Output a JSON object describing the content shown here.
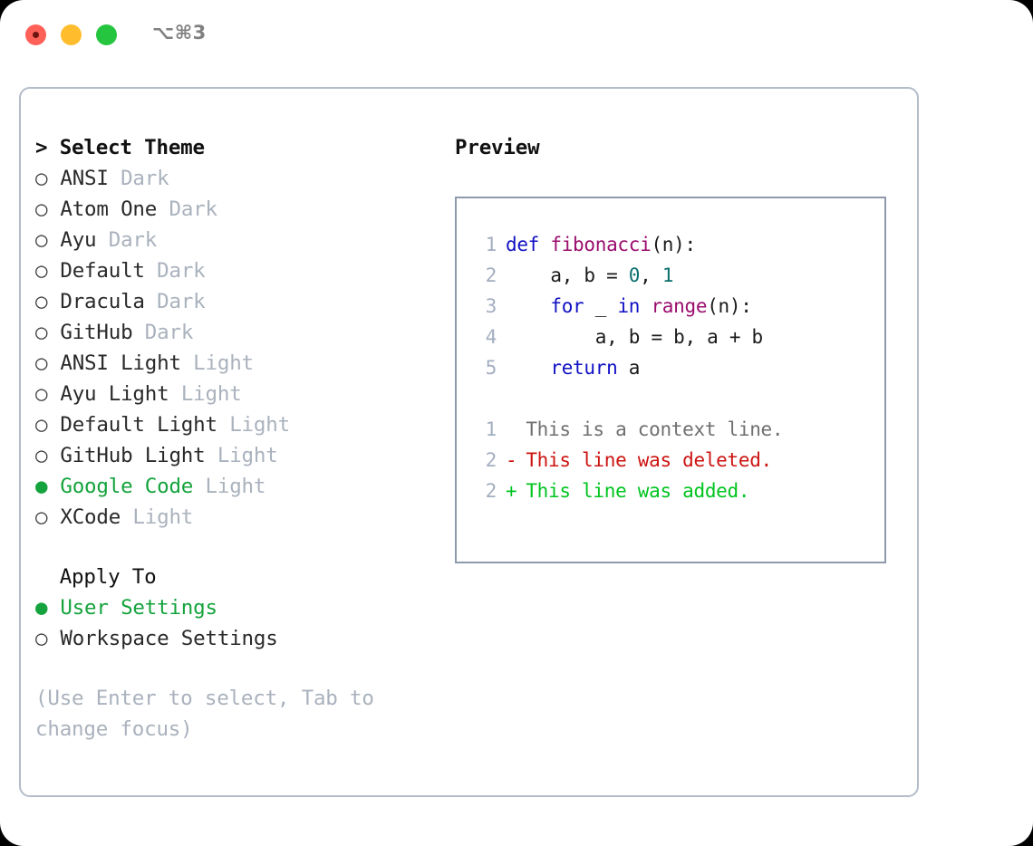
{
  "window": {
    "shortcut_label": "⌥⌘3",
    "traffic_lights": [
      "close-red",
      "minimize-yellow",
      "maximize-green"
    ]
  },
  "theme_picker": {
    "heading": "Select Theme",
    "caret": "> ",
    "focused": true,
    "marker_selected": "●",
    "marker_unselected": "○",
    "items": [
      {
        "label": "ANSI",
        "variant": "Dark",
        "selected": false
      },
      {
        "label": "Atom One",
        "variant": "Dark",
        "selected": false
      },
      {
        "label": "Ayu",
        "variant": "Dark",
        "selected": false
      },
      {
        "label": "Default",
        "variant": "Dark",
        "selected": false
      },
      {
        "label": "Dracula",
        "variant": "Dark",
        "selected": false
      },
      {
        "label": "GitHub",
        "variant": "Dark",
        "selected": false
      },
      {
        "label": "ANSI Light",
        "variant": "Light",
        "selected": false
      },
      {
        "label": "Ayu Light",
        "variant": "Light",
        "selected": false
      },
      {
        "label": "Default Light",
        "variant": "Light",
        "selected": false
      },
      {
        "label": "GitHub Light",
        "variant": "Light",
        "selected": false
      },
      {
        "label": "Google Code",
        "variant": "Light",
        "selected": true
      },
      {
        "label": "XCode",
        "variant": "Light",
        "selected": false
      }
    ]
  },
  "apply_to": {
    "heading": "Apply To",
    "indent": "  ",
    "focused": false,
    "items": [
      {
        "label": "User Settings",
        "selected": true
      },
      {
        "label": "Workspace Settings",
        "selected": false
      }
    ]
  },
  "hint": {
    "line1": "(Use Enter to select, Tab to",
    "line2": "change focus)"
  },
  "preview": {
    "title": "Preview",
    "code_lines": [
      {
        "no": "1",
        "tokens": [
          {
            "t": "def ",
            "c": "kw"
          },
          {
            "t": "fibonacci",
            "c": "fn"
          },
          {
            "t": "(n):",
            "c": "plain"
          }
        ]
      },
      {
        "no": "2",
        "tokens": [
          {
            "t": "    a, b = ",
            "c": "plain"
          },
          {
            "t": "0",
            "c": "num"
          },
          {
            "t": ", ",
            "c": "plain"
          },
          {
            "t": "1",
            "c": "num"
          }
        ]
      },
      {
        "no": "3",
        "tokens": [
          {
            "t": "    ",
            "c": "plain"
          },
          {
            "t": "for",
            "c": "kw"
          },
          {
            "t": " _ ",
            "c": "plain"
          },
          {
            "t": "in",
            "c": "kw"
          },
          {
            "t": " ",
            "c": "plain"
          },
          {
            "t": "range",
            "c": "fn"
          },
          {
            "t": "(n):",
            "c": "plain"
          }
        ]
      },
      {
        "no": "4",
        "tokens": [
          {
            "t": "        a, b = b, a + b",
            "c": "plain"
          }
        ]
      },
      {
        "no": "5",
        "tokens": [
          {
            "t": "    ",
            "c": "plain"
          },
          {
            "t": "return",
            "c": "kw"
          },
          {
            "t": " a",
            "c": "plain"
          }
        ]
      }
    ],
    "diff_lines": [
      {
        "no": "1",
        "sign": " ",
        "text": " This is a context line.",
        "kind": "ctx"
      },
      {
        "no": "2",
        "sign": "-",
        "text": " This line was deleted.",
        "kind": "del"
      },
      {
        "no": "2",
        "sign": "+",
        "text": " This line was added.",
        "kind": "add"
      }
    ]
  },
  "colors": {
    "accent_green": "#14a33c",
    "muted": "#aab2bd",
    "keyword": "#1111c4",
    "function": "#9b0d6e",
    "number": "#0d6e6e",
    "diff_added": "#00c41f",
    "diff_deleted": "#cc1411",
    "panel_border": "#b3bcc9",
    "preview_border": "#8e9aaa"
  }
}
